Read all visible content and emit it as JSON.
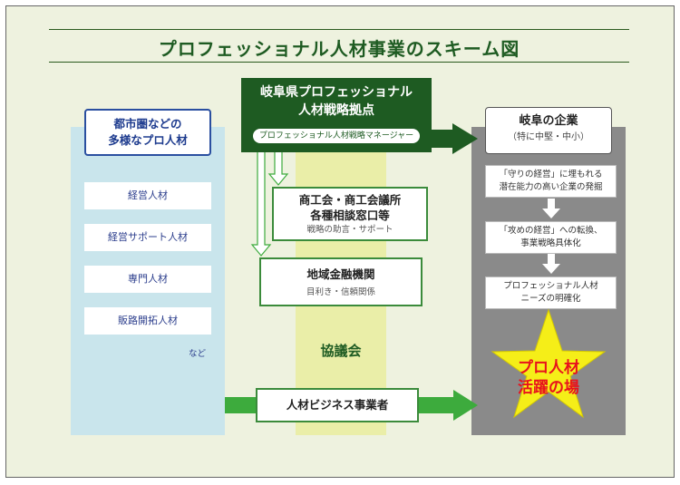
{
  "title": "プロフェッショナル人材事業のスキーム図",
  "left": {
    "heading_line1": "都市圏などの",
    "heading_line2": "多様なプロ人材",
    "items": [
      "経営人材",
      "経営サポート人材",
      "専門人材",
      "販路開拓人材"
    ],
    "etc": "など"
  },
  "center": {
    "heading_line1": "岐阜県プロフェッショナル",
    "heading_line2": "人材戦略拠点",
    "manager": "プロフェッショナル人材戦略マネージャー",
    "chamber_line1": "商工会・商工会議所",
    "chamber_line2": "各種相談窓口等",
    "chamber_sub": "戦略の助言・サポート",
    "finance_title": "地域金融機関",
    "finance_sub": "目利き・信頼関係",
    "council": "協議会",
    "business": "人材ビジネス事業者"
  },
  "right": {
    "heading": "岐阜の企業",
    "heading_sub": "（特に中堅・中小）",
    "steps": [
      {
        "line1": "「守りの経営」に埋もれる",
        "line2": "潜在能力の高い企業の発掘"
      },
      {
        "line1": "「攻めの経営」への転換、",
        "line2": "事業戦略具体化"
      },
      {
        "line1": "プロフェッショナル人材",
        "line2": "ニーズの明確化"
      }
    ],
    "star_line1": "プロ人材",
    "star_line2": "活躍の場"
  },
  "colors": {
    "dark_green": "#1e5b22",
    "accent_green": "#3b8b3b",
    "light_blue": "#c9e5ec",
    "gray": "#8a8a8a",
    "yellow_band": "#eaeea8",
    "star": "#f5ee18",
    "star_text": "#e8121c"
  }
}
